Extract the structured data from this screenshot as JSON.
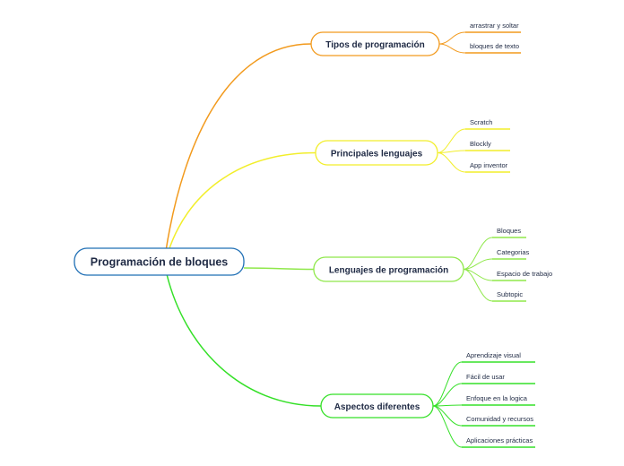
{
  "root": {
    "label": "Programación de bloques",
    "color": "#1f6fb5"
  },
  "branches": [
    {
      "label": "Tipos de programación",
      "color": "#f29a1d",
      "children": [
        "arrastrar y soltar",
        "bloques de texto"
      ]
    },
    {
      "label": "Principales lenguajes",
      "color": "#f2ee2a",
      "children": [
        "Scratch",
        "Blockly",
        "App inventor"
      ]
    },
    {
      "label": "Lenguajes de programación",
      "color": "#8fe84a",
      "children": [
        "Bloques",
        "Categorias",
        "Espacio de trabajo",
        "Subtopic"
      ]
    },
    {
      "label": "Aspectos diferentes",
      "color": "#35e028",
      "children": [
        "Aprendizaje visual",
        "Fácil de usar",
        "Enfoque en la logica",
        "Comunidad y recursos",
        "Aplicaciones prácticas"
      ]
    }
  ]
}
